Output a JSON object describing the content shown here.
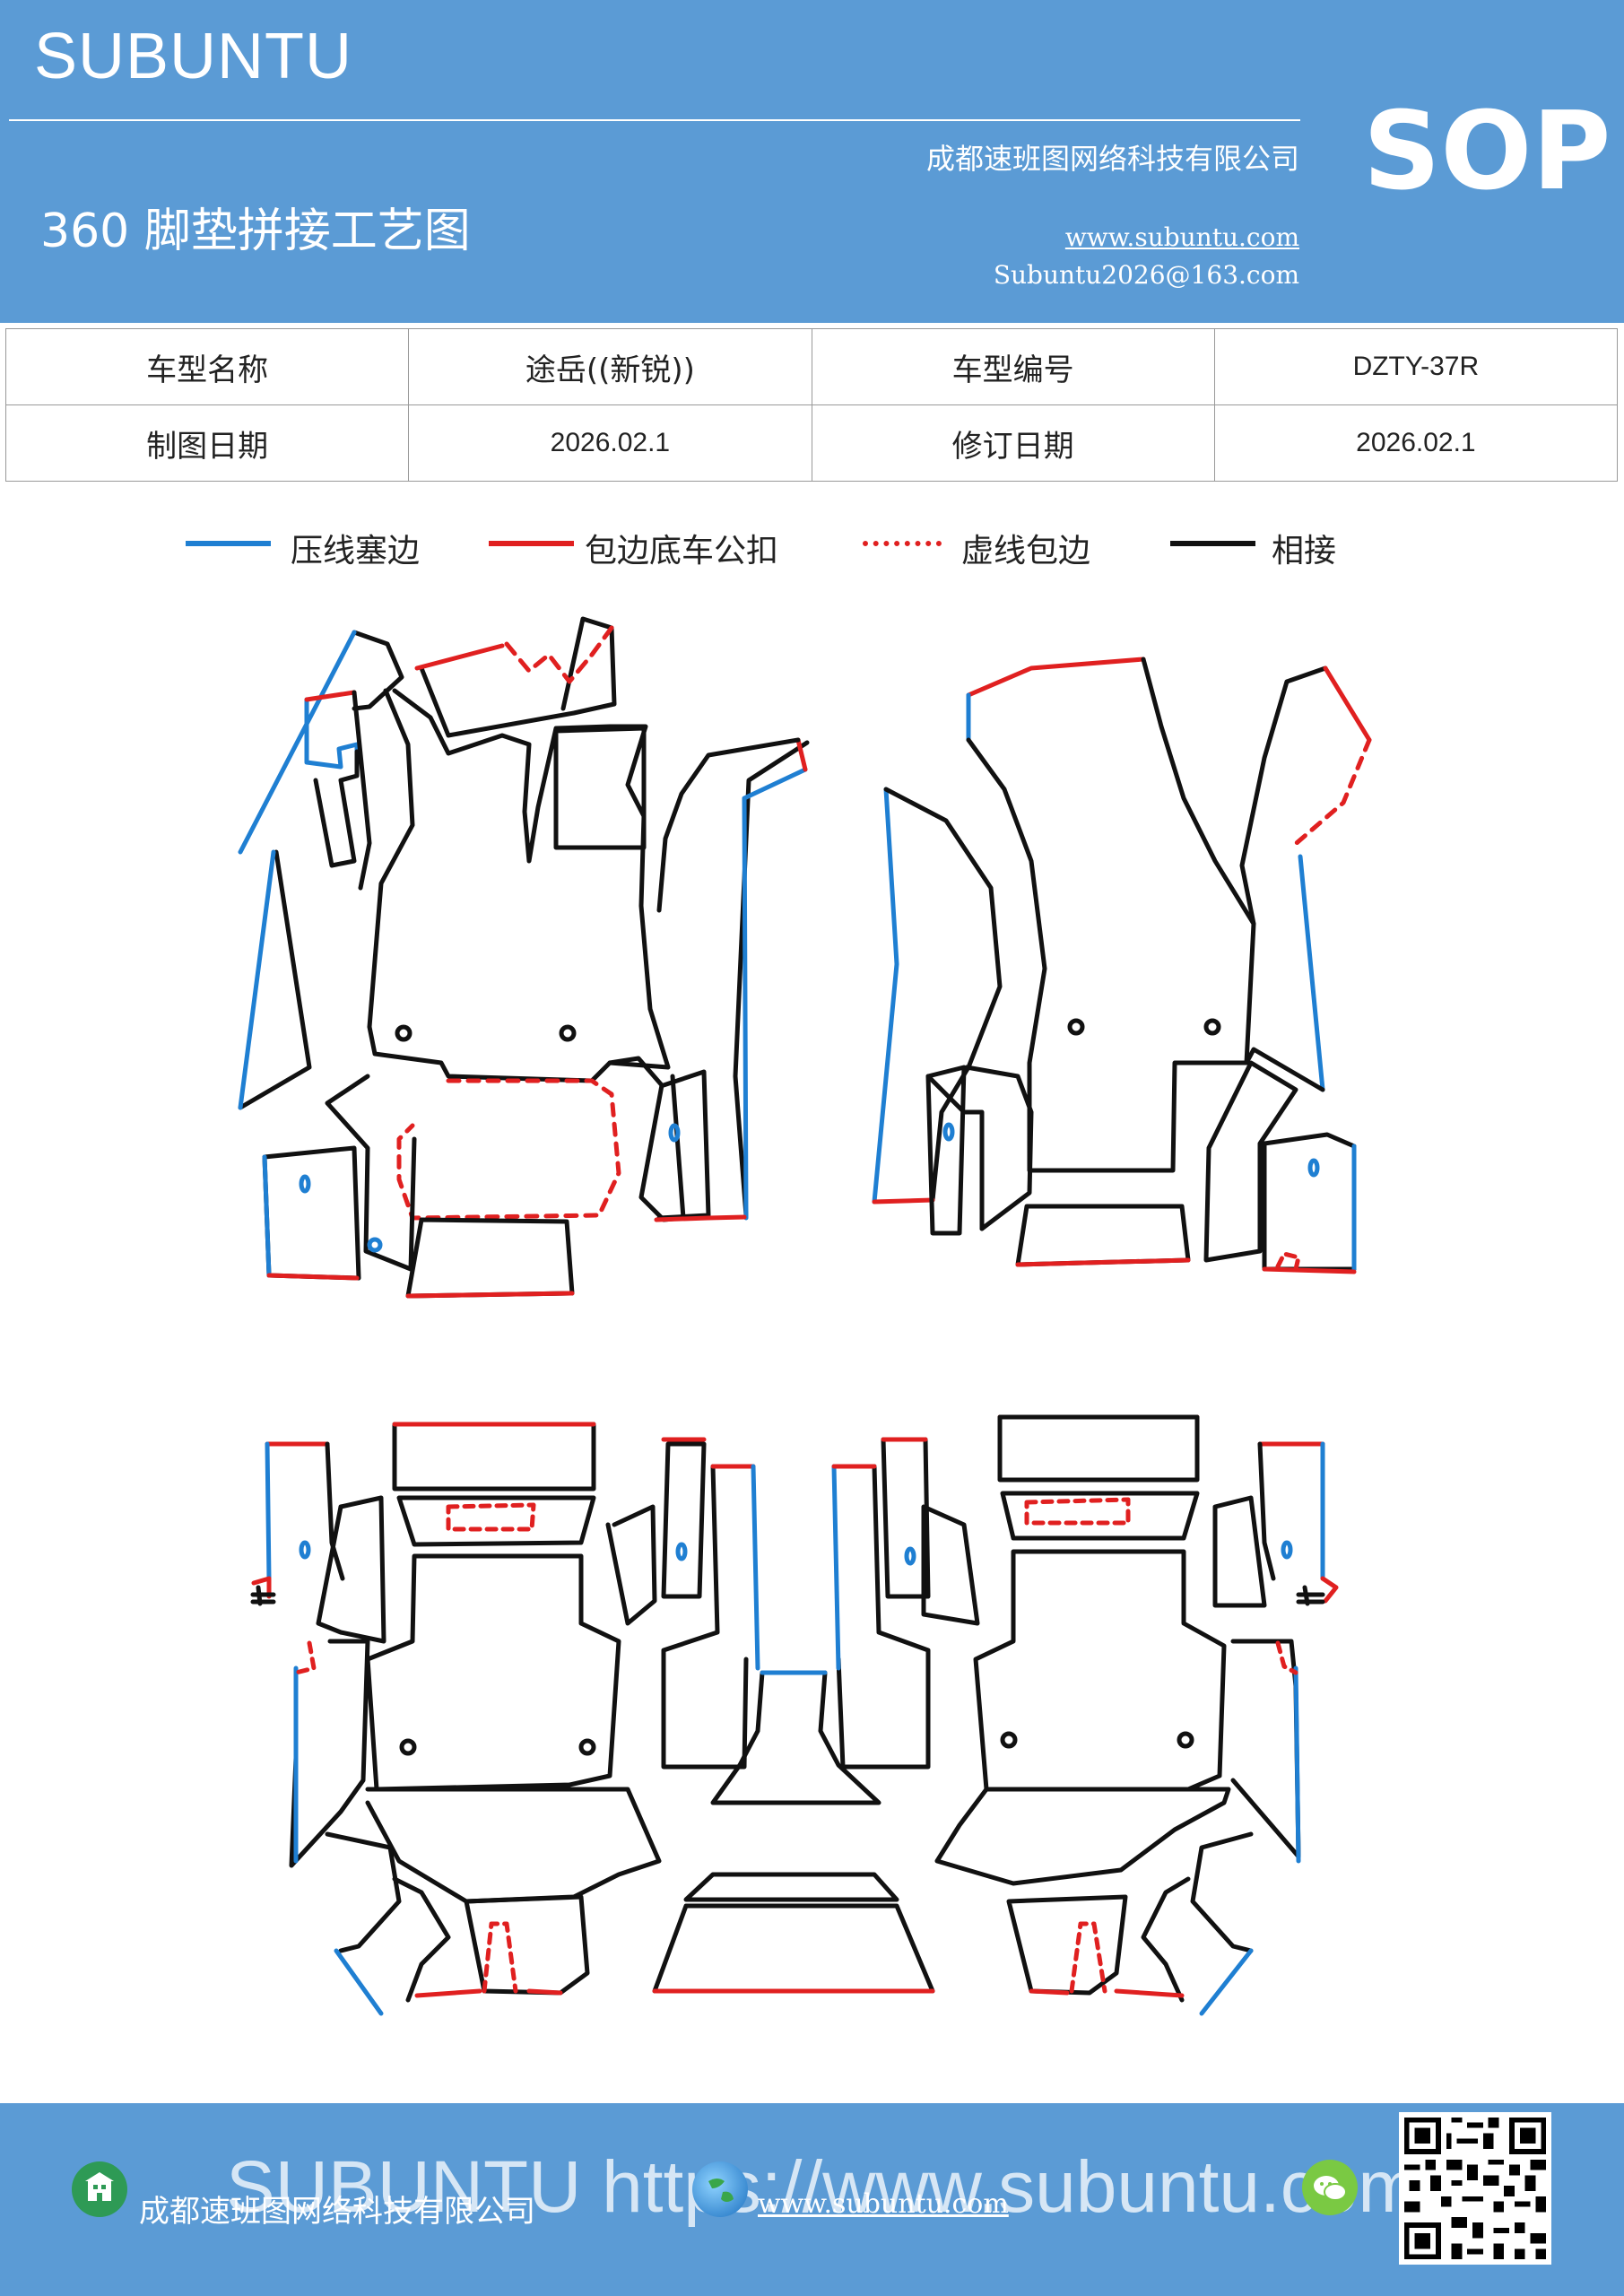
{
  "header": {
    "brand": "SUBUNTU",
    "badge": "SOP",
    "title": "360 脚垫拼接工艺图",
    "company": "成都速班图网络科技有限公司",
    "website": "www.subuntu.com",
    "email": "Subuntu2026@163.com"
  },
  "info_table": {
    "rows": [
      {
        "label1": "车型名称",
        "value1": "途岳((新锐))",
        "label2": "车型编号",
        "value2": "DZTY-37R"
      },
      {
        "label1": "制图日期",
        "value1": "2026.02.1",
        "label2": "修订日期",
        "value2": "2026.02.1"
      }
    ]
  },
  "legend": [
    {
      "label": "压线塞边",
      "color": "#1f7fd2",
      "style": "solid"
    },
    {
      "label": "包边底车公扣",
      "color": "#e02020",
      "style": "solid"
    },
    {
      "label": "虚线包边",
      "color": "#e02020",
      "style": "dotted"
    },
    {
      "label": "相接",
      "color": "#111111",
      "style": "solid"
    }
  ],
  "colors": {
    "header_bg": "#5b9bd5",
    "press_line": "#1f7fd2",
    "binding": "#e02020",
    "join": "#111111"
  },
  "footer": {
    "company": "成都速班图网络科技有限公司",
    "website": "www.subuntu.com",
    "watermark": "SUBUNTU https://www.subuntu.com",
    "icons": [
      "building-icon",
      "globe-icon",
      "wechat-icon"
    ]
  }
}
